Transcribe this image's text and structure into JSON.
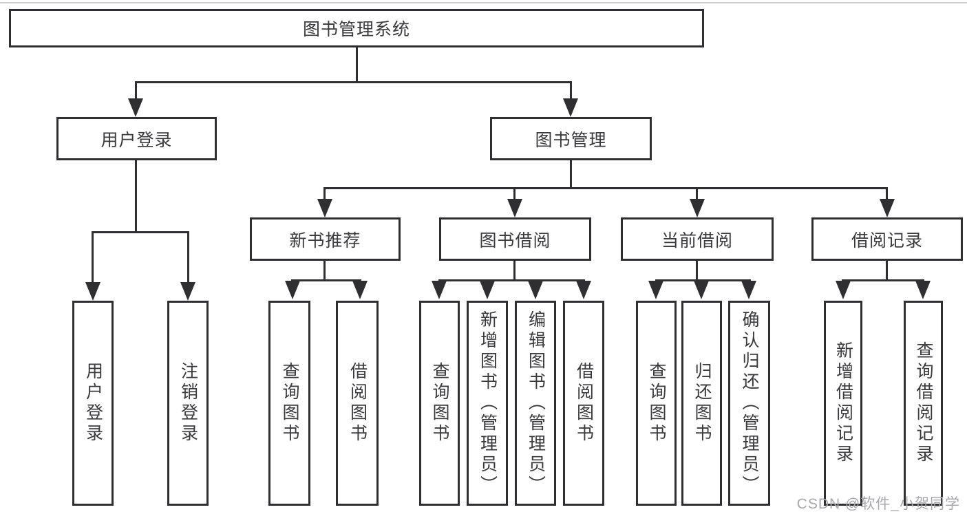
{
  "diagram": {
    "title": "图书管理系统",
    "root": {
      "label": "图书管理系统"
    },
    "level2": [
      {
        "id": "user-login",
        "label": "用户登录"
      },
      {
        "id": "book-management",
        "label": "图书管理"
      }
    ],
    "level3": [
      {
        "id": "new-book-recommendation",
        "label": "新书推荐"
      },
      {
        "id": "book-borrowing",
        "label": "图书借阅"
      },
      {
        "id": "current-borrowing",
        "label": "当前借阅"
      },
      {
        "id": "borrowing-records",
        "label": "借阅记录"
      }
    ],
    "leaves": {
      "user_login": [
        "用户登录",
        "注销登录"
      ],
      "new_book_recommendation": [
        "查询图书",
        "借阅图书"
      ],
      "book_borrowing": [
        "查询图书",
        "新增图书（管理员）",
        "编辑图书（管理员）",
        "借阅图书"
      ],
      "current_borrowing": [
        "查询图书",
        "归还图书",
        "确认归还（管理员）"
      ],
      "borrowing_records": [
        "新增借阅记录",
        "查询借阅记录"
      ]
    },
    "watermark": "CSDN @软件_小贺同学",
    "colors": {
      "line": "#2f2f31",
      "text": "#3a3a3c",
      "watermark": "#a8a8ac",
      "background": "#ffffff"
    }
  }
}
